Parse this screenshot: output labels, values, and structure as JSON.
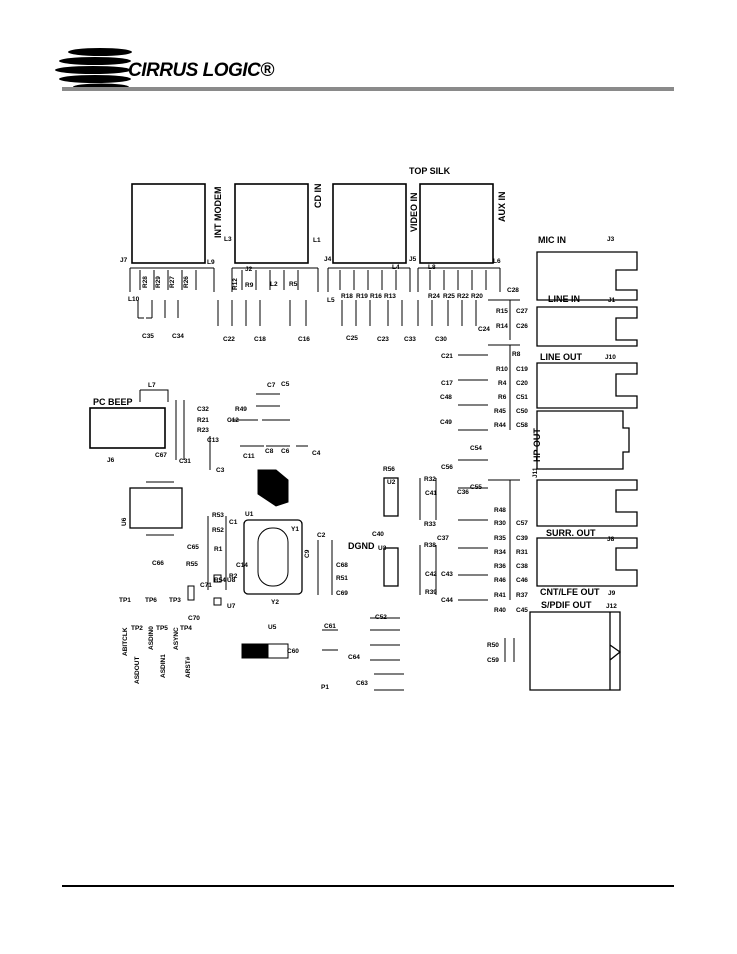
{
  "header": {
    "logo_text": "CIRRUS LOGIC®"
  },
  "diagram": {
    "title": "TOP SILK",
    "connectors_top": [
      {
        "id": "j7",
        "label": "INT MODEM",
        "ref": "J7"
      },
      {
        "id": "j2",
        "label": "CD IN",
        "ref": "J2"
      },
      {
        "id": "j4",
        "label": "VIDEO IN",
        "ref": "J4"
      },
      {
        "id": "j5",
        "label": "AUX IN",
        "ref": "J5"
      }
    ],
    "jacks_right": [
      {
        "label": "MIC IN",
        "ref": "J3"
      },
      {
        "label": "LINE IN",
        "ref": "J1"
      },
      {
        "label": "LINE OUT",
        "ref": "J10"
      },
      {
        "label": "HP OUT",
        "ref": "J11"
      },
      {
        "label": "SURR. OUT",
        "ref": "J8"
      },
      {
        "label": "CNT/LFE OUT",
        "ref": "J9"
      },
      {
        "label": "S/PDIF OUT",
        "ref": "J12"
      }
    ],
    "pc_beep": {
      "label": "PC BEEP",
      "ref": "J6"
    },
    "dgnd": "DGND",
    "refs": {
      "L9": "L9",
      "L3": "L3",
      "L1": "L1",
      "L6": "L6",
      "L10": "L10",
      "L5": "L5",
      "L2": "L2",
      "L7": "L7",
      "J7b": "J7",
      "J2b": "J2",
      "J4b": "J4",
      "J5b": "J5",
      "L4": "L4",
      "L8": "L8",
      "R28": "R28",
      "R29": "R29",
      "R27": "R27",
      "R26": "R26",
      "R12": "R12",
      "R9": "R9",
      "R5": "R5",
      "R18": "R18",
      "R19": "R19",
      "R16": "R16",
      "R13": "R13",
      "R24": "R24",
      "R25": "R25",
      "R22": "R22",
      "R20": "R20",
      "C35": "C35",
      "C34": "C34",
      "C22": "C22",
      "C18": "C18",
      "C16": "C16",
      "C25": "C25",
      "C23": "C23",
      "C33": "C33",
      "C30": "C30",
      "C28": "C28",
      "R15": "R15",
      "C27": "C27",
      "R14": "R14",
      "C26": "C26",
      "C24": "C24",
      "C21": "C21",
      "C17": "C17",
      "C48": "C48",
      "C49": "C49",
      "R8": "R8",
      "R10": "R10",
      "C19": "C19",
      "R4": "R4",
      "C20": "C20",
      "R6": "R6",
      "C51": "C51",
      "R45": "R45",
      "C50": "C50",
      "R44": "R44",
      "C58": "C58",
      "C54": "C54",
      "C56": "C56",
      "C55": "C55",
      "C36": "C36",
      "R48": "R48",
      "R30": "R30",
      "C57": "C57",
      "R35": "R35",
      "C39": "C39",
      "R34": "R34",
      "R31": "R31",
      "R36": "R36",
      "C38": "C38",
      "R46": "R46",
      "C46": "C46",
      "R41": "R41",
      "R37": "R37",
      "R40": "R40",
      "C45": "C45",
      "C32": "C32",
      "R21": "R21",
      "R23": "R23",
      "C31": "C31",
      "C67": "C67",
      "C7": "C7",
      "C5": "C5",
      "R49": "R49",
      "C12": "C12",
      "C13": "C13",
      "C3": "C3",
      "C11": "C11",
      "C8": "C8",
      "C6": "C6",
      "C4": "C4",
      "U6": "U6",
      "C65": "C65",
      "C66": "C66",
      "R53": "R53",
      "R52": "R52",
      "R1": "R1",
      "R55": "R55",
      "R54": "R54",
      "C71": "C71",
      "C70": "C70",
      "U1": "U1",
      "C1": "C1",
      "Y1": "Y1",
      "C14": "C14",
      "C9": "C9",
      "R2": "R2",
      "U8": "U8",
      "U7": "U7",
      "Y2": "Y2",
      "C2": "C2",
      "C68": "C68",
      "R51": "R51",
      "C69": "C69",
      "R56": "R56",
      "U2": "U2",
      "R32": "R32",
      "C41": "C41",
      "C40": "C40",
      "R33": "R33",
      "U3": "U3",
      "R38": "R38",
      "C37": "C37",
      "C42": "C42",
      "C43": "C43",
      "R39": "R39",
      "C44": "C44",
      "C52": "C52",
      "C64": "C64",
      "C63": "C63",
      "C61": "C61",
      "U5": "U5",
      "C60": "C60",
      "P1": "P1",
      "R50": "R50",
      "C59": "C59",
      "TP1": "TP1",
      "TP6": "TP6",
      "TP3": "TP3",
      "TP2": "TP2",
      "TP5": "TP5",
      "TP4": "TP4",
      "ABITCLK": "ABITCLK",
      "ASDOUT": "ASDOUT",
      "ASDIN0": "ASDIN0",
      "ASDIN1": "ASDIN1",
      "ASYNC": "ASYNC",
      "ARST": "ARST#"
    }
  }
}
